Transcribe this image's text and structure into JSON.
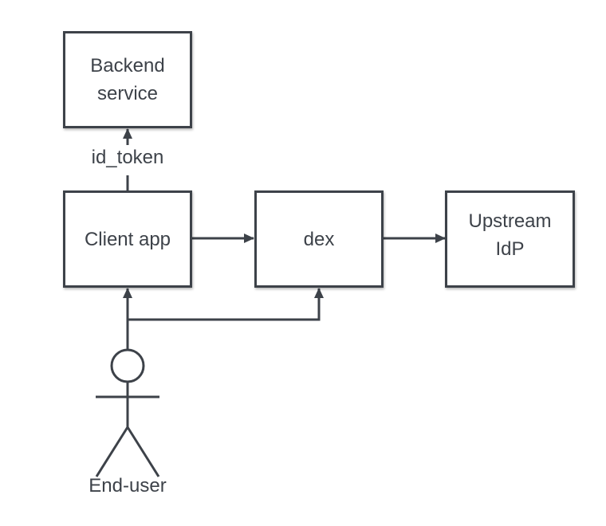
{
  "nodes": {
    "backend": {
      "line1": "Backend",
      "line2": "service"
    },
    "client": {
      "label": "Client app"
    },
    "dex": {
      "label": "dex"
    },
    "upstream": {
      "line1": "Upstream",
      "line2": "IdP"
    }
  },
  "edges": {
    "client_to_backend": {
      "label": "id_token"
    }
  },
  "actor": {
    "label": "End-user"
  },
  "colors": {
    "stroke": "#3d4249",
    "fill": "#ffffff"
  }
}
